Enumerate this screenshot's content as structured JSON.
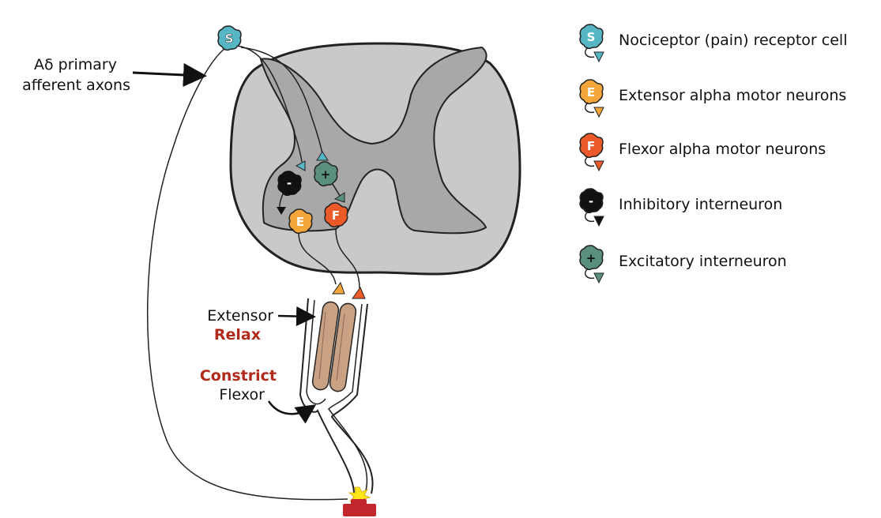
{
  "labels": {
    "afferent_line1": "Aδ primary",
    "afferent_line2": "afferent axons",
    "extensor": "Extensor",
    "relax": "Relax",
    "constrict": "Constrict",
    "flexor": "Flexor"
  },
  "cells": {
    "sensory": "S",
    "excitatory": "+",
    "inhibitory": "-",
    "extensor": "E",
    "flexor": "F"
  },
  "legend": [
    {
      "letter": "S",
      "text": "Nociceptor (pain) receptor cell",
      "color": "#56b6c4",
      "icon": "nociceptor-icon"
    },
    {
      "letter": "E",
      "text": "Extensor alpha motor neurons",
      "color": "#f4a63a",
      "icon": "extensor-neuron-icon"
    },
    {
      "letter": "F",
      "text": "Flexor alpha motor neurons",
      "color": "#ec5a2a",
      "icon": "flexor-neuron-icon"
    },
    {
      "letter": "-",
      "text": "Inhibitory interneuron",
      "color": "#111111",
      "icon": "inhibitory-interneuron-icon"
    },
    {
      "letter": "+",
      "text": "Excitatory interneuron",
      "color": "#5a8f7b",
      "icon": "excitatory-interneuron-icon"
    }
  ],
  "colors": {
    "white_matter": "#c9c9c9",
    "gray_matter": "#a8a8a8",
    "muscle": "#c9a183",
    "stimulus": "#c1272d",
    "highlight_text": "#b22a1b"
  }
}
